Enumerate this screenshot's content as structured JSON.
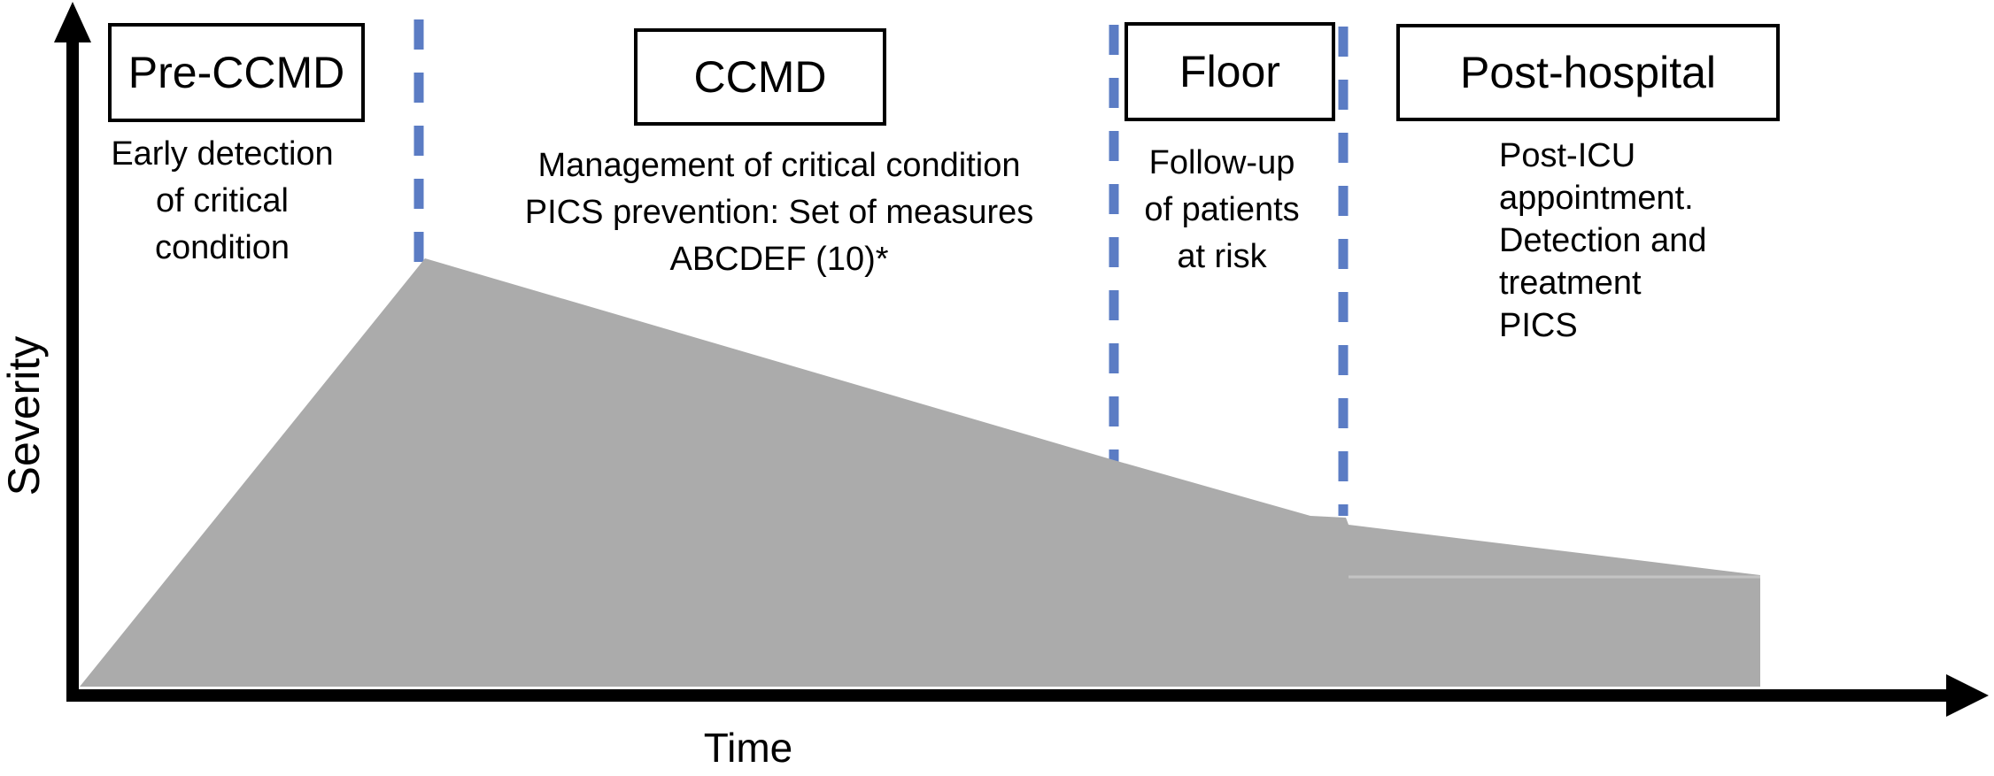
{
  "diagram": {
    "y_axis_label": "Severity",
    "x_axis_label": "Time",
    "phases": [
      {
        "title": "Pre-CCMD",
        "description": "Early detection\nof critical\ncondition"
      },
      {
        "title": "CCMD",
        "description": "Management of critical condition\nPICS prevention: Set of measures\nABCDEF (10)*"
      },
      {
        "title": "Floor",
        "description": "Follow-up\nof patients\nat risk"
      },
      {
        "title": "Post-hospital",
        "description": "Post-ICU\nappointment.\nDetection and\ntreatment\nPICS"
      }
    ],
    "colors": {
      "area_fill": "#ABABAB",
      "divider_dash": "#5B7CC4",
      "axis": "#000000"
    }
  }
}
